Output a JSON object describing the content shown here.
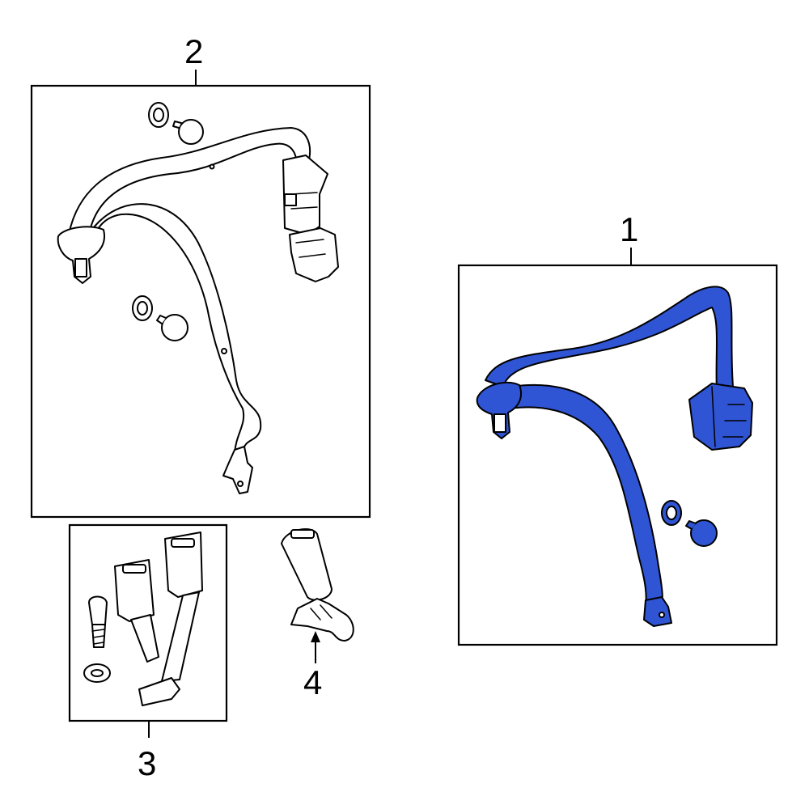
{
  "callouts": [
    {
      "id": "1",
      "label": "1"
    },
    {
      "id": "2",
      "label": "2"
    },
    {
      "id": "3",
      "label": "3"
    },
    {
      "id": "4",
      "label": "4"
    }
  ],
  "colors": {
    "highlight": "#2f55d4",
    "line": "#000000",
    "background": "#ffffff"
  }
}
